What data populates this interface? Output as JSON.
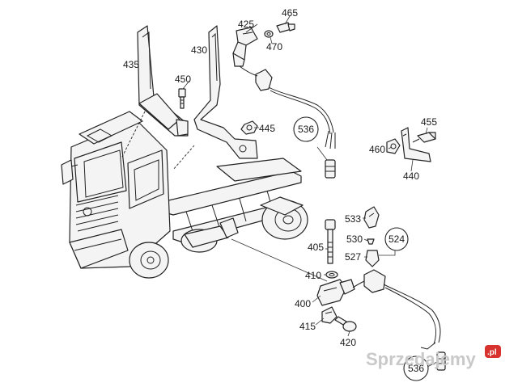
{
  "diagram": {
    "part_labels": {
      "p425": "425",
      "p465": "465",
      "p470": "470",
      "p435": "435",
      "p430": "430",
      "p450": "450",
      "p445": "445",
      "p536a": "536",
      "p455": "455",
      "p460": "460",
      "p440": "440",
      "p533": "533",
      "p530": "530",
      "p524": "524",
      "p527": "527",
      "p405": "405",
      "p410": "410",
      "p400": "400",
      "p415": "415",
      "p420": "420",
      "p536b": "536"
    }
  },
  "watermark": {
    "brand": "Sprzedajemy",
    "tld": ".pl"
  }
}
